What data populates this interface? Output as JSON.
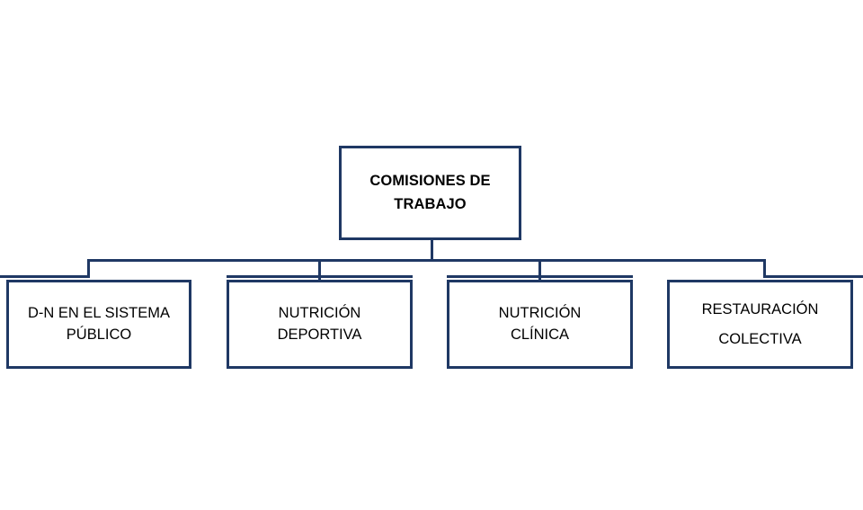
{
  "diagram": {
    "type": "organizational-chart",
    "orientation": "top-down",
    "background_color": "#ffffff",
    "border_color": "#1f3864",
    "text_color": "#000000",
    "root": {
      "label": "COMISIONES DE\nTRABAJO",
      "bold": true
    },
    "children": [
      {
        "label": "D-N EN EL SISTEMA\nPÚBLICO",
        "bold": false
      },
      {
        "label": "NUTRICIÓN\nDEPORTIVA",
        "bold": false
      },
      {
        "label": "NUTRICIÓN\nCLÍNICA",
        "bold": false
      },
      {
        "label": "RESTAURACIÓN\nCOLECTIVA",
        "bold": false
      }
    ]
  }
}
